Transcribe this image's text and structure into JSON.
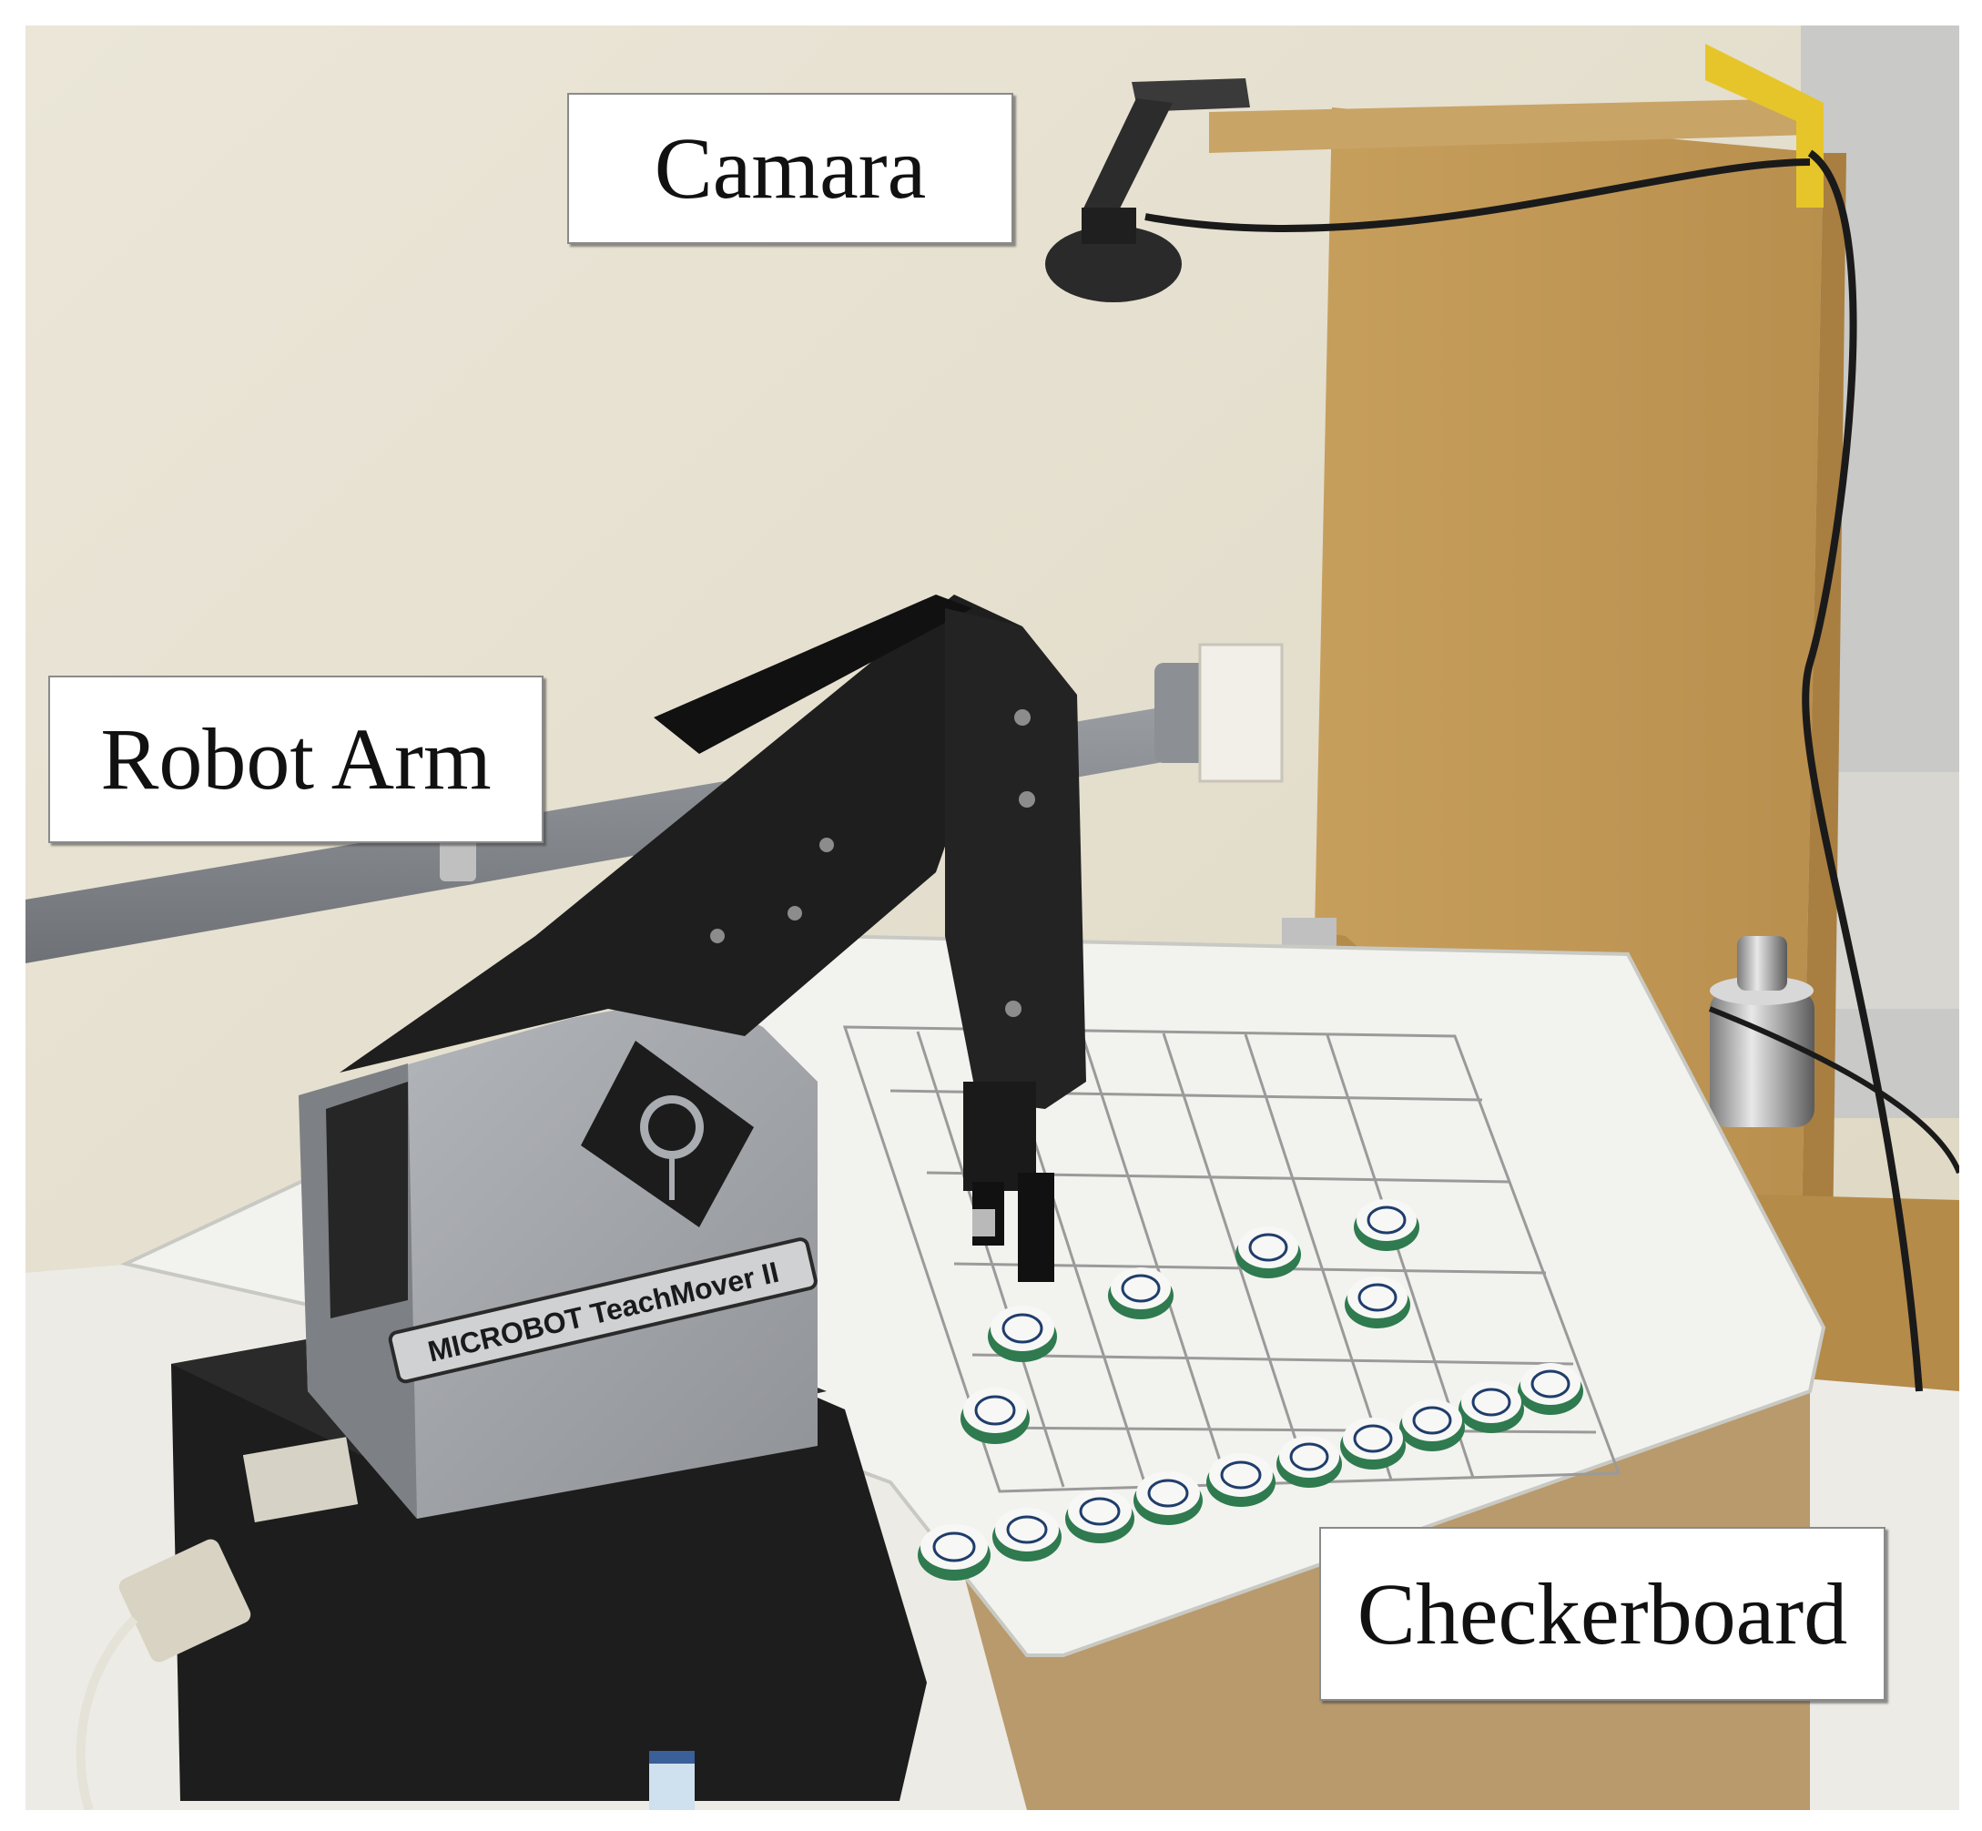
{
  "labels": {
    "camera": "Camara",
    "robot_arm": "Robot Arm",
    "checkerboard": "Checkerboard"
  },
  "robot": {
    "brand_plate": "MICROBOT TeachMover II"
  },
  "icons": {
    "robot_logo": "microbot-logo-icon"
  },
  "colors": {
    "wall": "#e9e3d4",
    "wood": "#c9a25f",
    "robot_black": "#1c1c1c",
    "robot_gray": "#a9acb0",
    "board_white": "#eef0ef",
    "piece_rim": "#2f7a4f"
  }
}
